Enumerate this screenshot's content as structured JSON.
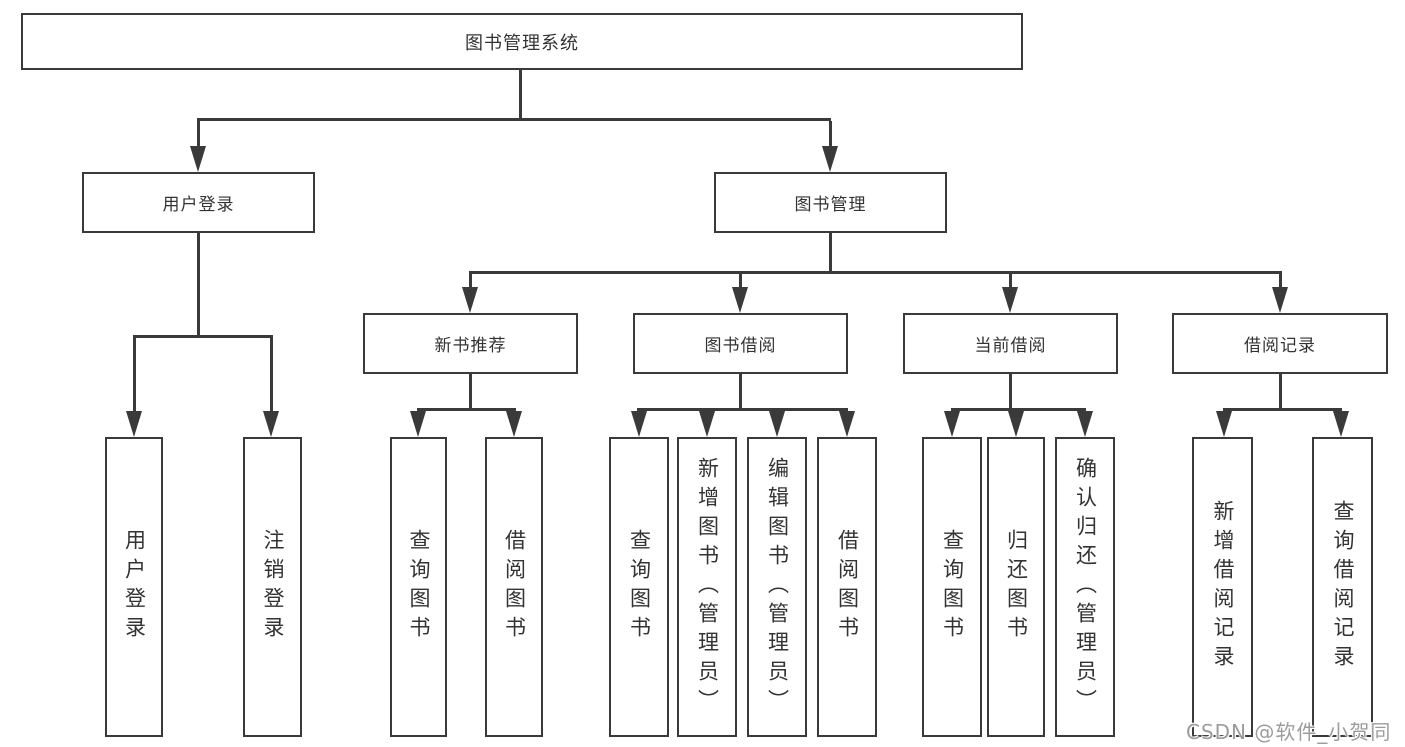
{
  "diagram": {
    "root": {
      "label": "图书管理系统"
    },
    "level2": [
      {
        "label": "用户登录"
      },
      {
        "label": "图书管理"
      }
    ],
    "level3": [
      {
        "label": "新书推荐"
      },
      {
        "label": "图书借阅"
      },
      {
        "label": "当前借阅"
      },
      {
        "label": "借阅记录"
      }
    ],
    "leaves": {
      "user_login": [
        {
          "label": "用户登录"
        },
        {
          "label": "注销登录"
        }
      ],
      "new_book": [
        {
          "label": "查询图书"
        },
        {
          "label": "借阅图书"
        }
      ],
      "book_borrow": [
        {
          "label": "查询图书"
        },
        {
          "label": "新增图书（管理员）"
        },
        {
          "label": "编辑图书（管理员）"
        },
        {
          "label": "借阅图书"
        }
      ],
      "current_borrow": [
        {
          "label": "查询图书"
        },
        {
          "label": "归还图书"
        },
        {
          "label": "确认归还（管理员）"
        }
      ],
      "borrow_records": [
        {
          "label": "新增借阅记录"
        },
        {
          "label": "查询借阅记录"
        }
      ]
    }
  },
  "watermark": {
    "text": "CSDN @软件_小贺同学"
  },
  "colors": {
    "line": "#3a3a3a",
    "text": "#333333",
    "background": "#ffffff",
    "watermark": "#9c9c9c"
  }
}
